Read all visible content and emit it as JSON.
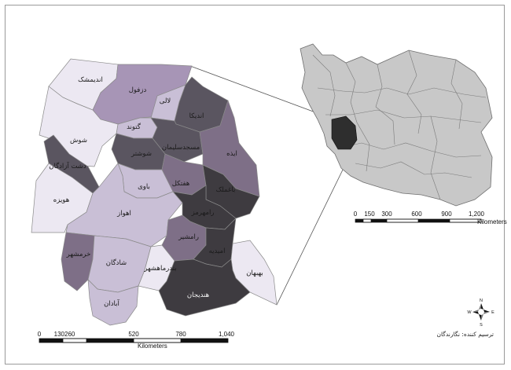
{
  "colors": {
    "lightest": "#ece8f2",
    "light": "#c9bfd6",
    "medium": "#a795b6",
    "mediumdark": "#7e6f87",
    "dark": "#5a5560",
    "darkest": "#3e3b40",
    "iran_fill": "#c8c8c8",
    "khuzestan_inset": "#2e2e2e"
  },
  "counties": [
    {
      "name": "اندیمشک",
      "shade": "lightest"
    },
    {
      "name": "دزفول",
      "shade": "medium"
    },
    {
      "name": "لالی",
      "shade": "light"
    },
    {
      "name": "اندیکا",
      "shade": "dark"
    },
    {
      "name": "گتوند",
      "shade": "light"
    },
    {
      "name": "شوش",
      "shade": "lightest"
    },
    {
      "name": "مسجدسلیمان",
      "shade": "dark"
    },
    {
      "name": "شوشتر",
      "shade": "dark"
    },
    {
      "name": "ایذه",
      "shade": "mediumdark"
    },
    {
      "name": "دشت آزادگان",
      "shade": "dark"
    },
    {
      "name": "هفتکل",
      "shade": "mediumdark"
    },
    {
      "name": "باوی",
      "shade": "light"
    },
    {
      "name": "باغملک",
      "shade": "darkest"
    },
    {
      "name": "هویزه",
      "shade": "lightest"
    },
    {
      "name": "اهواز",
      "shade": "light"
    },
    {
      "name": "رامهرمز",
      "shade": "darkest"
    },
    {
      "name": "رامشیر",
      "shade": "mediumdark"
    },
    {
      "name": "امیدیه",
      "shade": "darkest"
    },
    {
      "name": "خرمشهر",
      "shade": "mediumdark"
    },
    {
      "name": "شادگان",
      "shade": "light"
    },
    {
      "name": "بندرماهشهر",
      "shade": "lightest"
    },
    {
      "name": "بهبهان",
      "shade": "lightest"
    },
    {
      "name": "هندیجان",
      "shade": "darkest"
    },
    {
      "name": "آبادان",
      "shade": "light"
    }
  ],
  "main_scale": {
    "ticks": [
      "0",
      "130260",
      "520",
      "780",
      "1,040"
    ],
    "unit": "Kilometers"
  },
  "inset_scale": {
    "ticks": [
      "0",
      "150",
      "300",
      "600",
      "900",
      "1,200"
    ],
    "unit": "Kilometers"
  },
  "north_arrow": {
    "n": "N",
    "s": "S",
    "e": "E",
    "w": "W"
  },
  "credit": "ترسیم کننده: نگارندگان"
}
